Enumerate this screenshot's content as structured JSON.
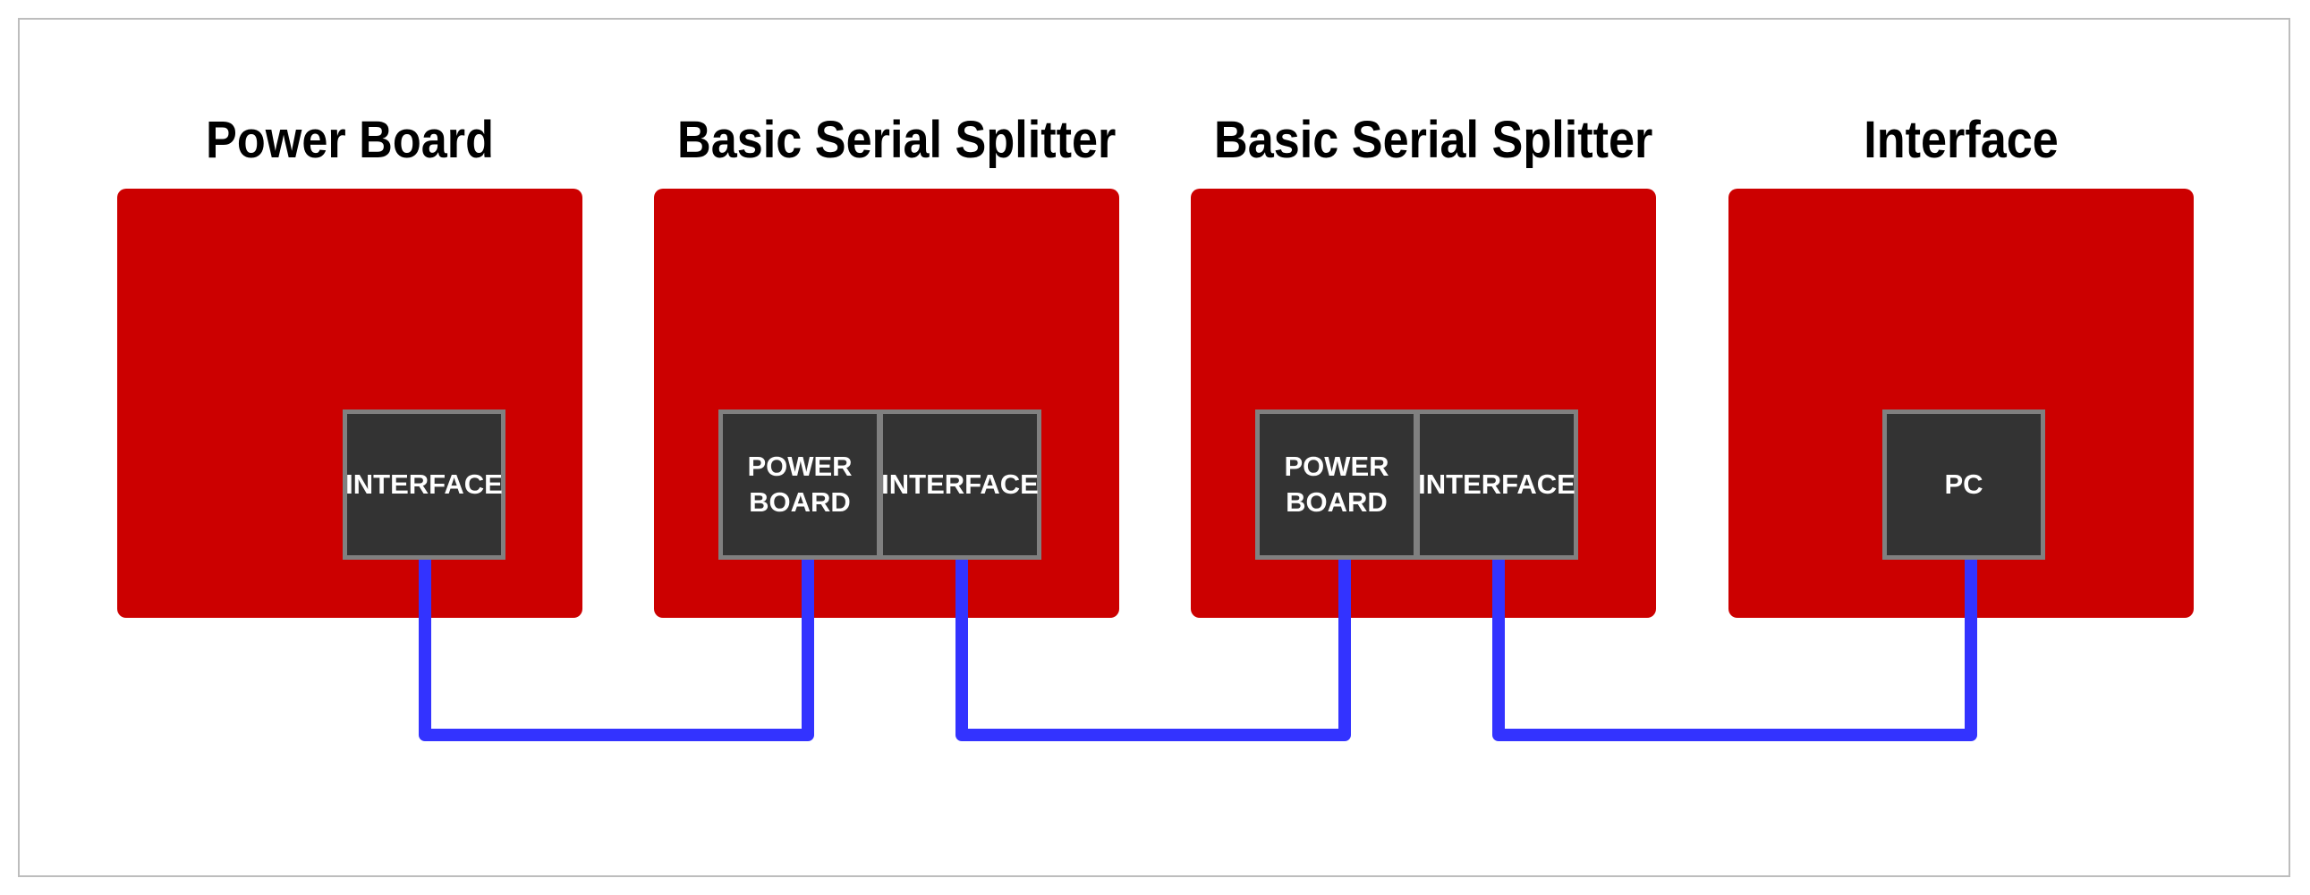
{
  "colors": {
    "board": "#cc0000",
    "connector": "#333333",
    "connector_border": "#808080",
    "cable": "#3333ff",
    "text_on_connector": "#ffffff"
  },
  "boards": [
    {
      "title": "Power Board",
      "connectors": [
        "INTERFACE"
      ]
    },
    {
      "title": "Basic Serial Splitter",
      "connectors": [
        "POWER\nBOARD",
        "INTERFACE"
      ]
    },
    {
      "title": "Basic Serial Splitter",
      "connectors": [
        "POWER\nBOARD",
        "INTERFACE"
      ]
    },
    {
      "title": "Interface",
      "connectors": [
        "PC"
      ]
    }
  ]
}
